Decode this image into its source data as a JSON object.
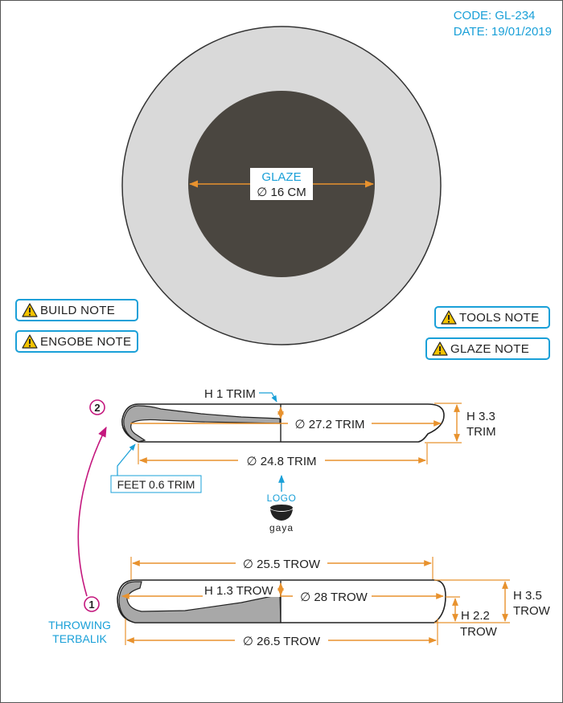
{
  "header": {
    "code": "CODE: GL-234",
    "date": "DATE: 19/01/2019"
  },
  "plate_top": {
    "glaze_label": "GLAZE",
    "glaze_diameter": "∅ 16 CM"
  },
  "notes": {
    "build": "BUILD NOTE",
    "engobe": "ENGOBE NOTE",
    "tools": "TOOLS NOTE",
    "glaze": "GLAZE NOTE"
  },
  "trim_profile": {
    "step": "2",
    "h_inner": "H 1 TRIM",
    "diameter": "∅ 27.2 TRIM",
    "h_total_1": "H 3.3",
    "h_total_2": "TRIM",
    "foot_diameter": "∅ 24.8 TRIM",
    "feet": "FEET 0.6 TRIM"
  },
  "logo": {
    "label": "LOGO",
    "brand": "gaya"
  },
  "throw_profile": {
    "step": "1",
    "top_diameter": "∅ 25.5 TROW",
    "h_inner": "H 1.3 TROW",
    "diameter": "∅ 28 TROW",
    "h_total_1": "H 3.5",
    "h_total_2": "TROW",
    "h_rim_1": "H 2.2",
    "h_rim_2": "TROW",
    "bottom_diameter": "∅ 26.5 TROW",
    "caption_1": "THROWING",
    "caption_2": "TERBALIK"
  },
  "colors": {
    "orange": "#e8922e",
    "blue": "#1aa0d8",
    "magenta": "#c4187e",
    "glaze": "#4a4640",
    "body": "#d9d9d9"
  },
  "icons": [
    "warning-icon",
    "bowl-logo-icon"
  ]
}
